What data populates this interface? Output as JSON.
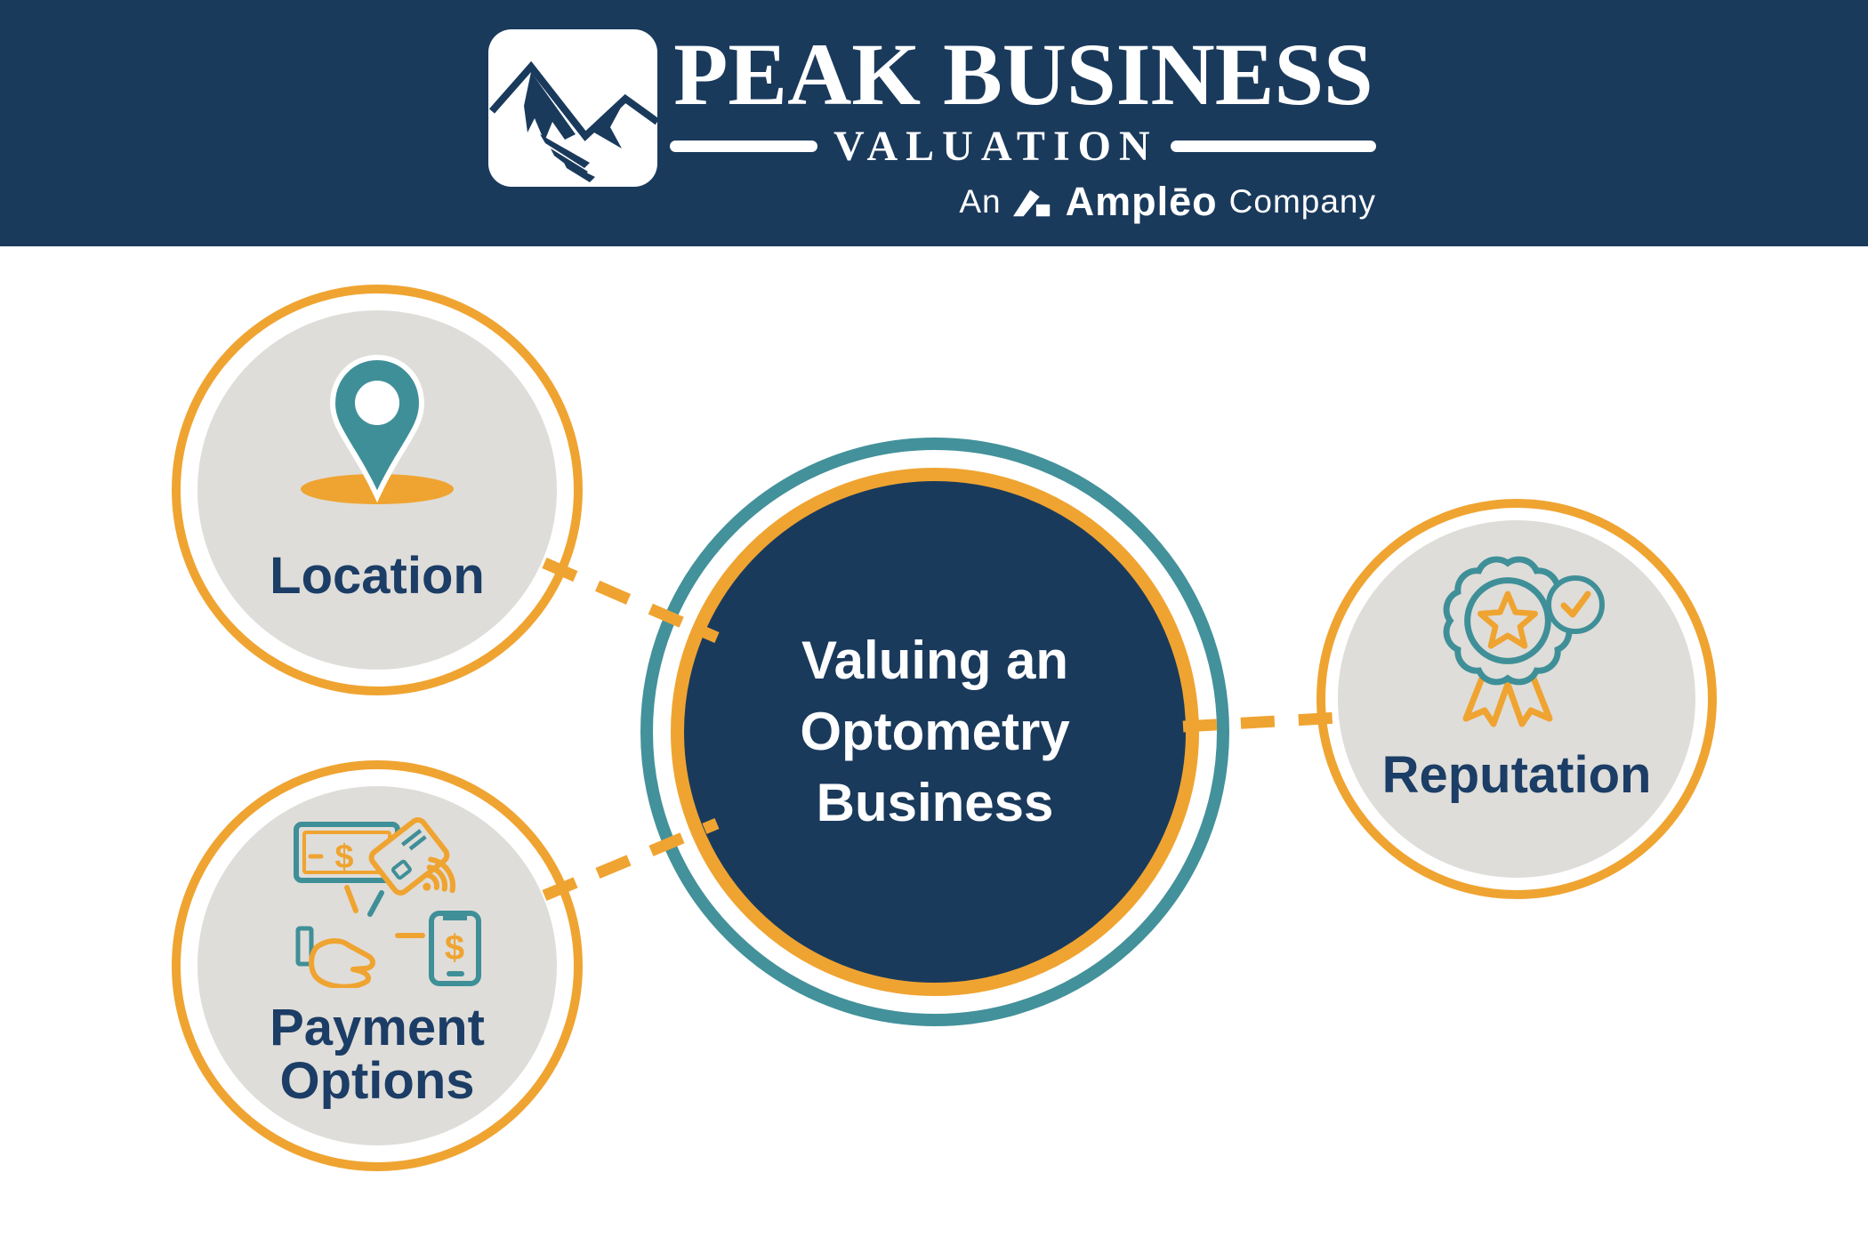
{
  "header": {
    "brand_line1": "PEAK BUSINESS",
    "brand_line2": "VALUATION",
    "affiliation_prefix": "An",
    "affiliation_company": "Amplēo",
    "affiliation_suffix": "Company"
  },
  "diagram": {
    "center": {
      "lines": [
        "Valuing an",
        "Optometry",
        "Business"
      ]
    },
    "nodes": [
      {
        "id": "location",
        "label_lines": [
          "Location"
        ],
        "icon": "location-pin-icon"
      },
      {
        "id": "payment-options",
        "label_lines": [
          "Payment",
          "Options"
        ],
        "icon": "payment-methods-icon"
      },
      {
        "id": "reputation",
        "label_lines": [
          "Reputation"
        ],
        "icon": "award-ribbon-icon"
      }
    ]
  },
  "colors": {
    "navy": "#1A3A5C",
    "label_navy": "#1B3D66",
    "orange": "#EFA431",
    "teal": "#43919A",
    "circle_gray": "#DFDDD9",
    "white": "#FFFFFF"
  }
}
